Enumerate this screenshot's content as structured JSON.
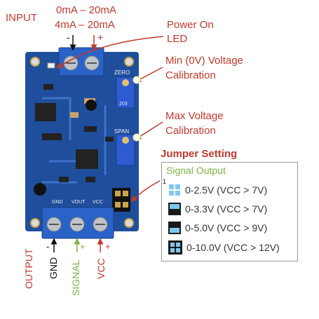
{
  "input": {
    "label": "INPUT",
    "range_1": "0mA – 20mA",
    "range_2": "4mA – 20mA",
    "minus": "- ",
    "plus": "+"
  },
  "callouts": {
    "power_1": "Power On",
    "power_2": "LED",
    "min_1": "Min (0V) Voltage",
    "min_2": "Calibration",
    "max_1": "Max Voltage",
    "max_2": "Calibration"
  },
  "jumper": {
    "title": "Jumper Setting",
    "subtitle": "Signal Output",
    "pin_marker": "1",
    "rows": [
      {
        "label": "0-2.5V (VCC > 7V)"
      },
      {
        "label": "0-3.3V (VCC > 7V)"
      },
      {
        "label": "0-5.0V (VCC > 9V)"
      },
      {
        "label": "0-10.0V (VCC > 12V)"
      }
    ]
  },
  "output": {
    "label": "OUTPUT",
    "gnd": "GND",
    "signal": "SIGNAL",
    "vcc": "VCC",
    "gnd_pol": "-",
    "signal_pol": "+",
    "vcc_pol": "+"
  },
  "board_silk": {
    "zero": "ZERO",
    "span": "SPAN",
    "gnd": "GND",
    "vout": "VOUT",
    "vcc": "VCC",
    "pot_code": "203"
  },
  "colors": {
    "red": "#c0392b",
    "green": "#7cb342",
    "board": "#1f4e9c",
    "terminal": "#2a63c8"
  }
}
